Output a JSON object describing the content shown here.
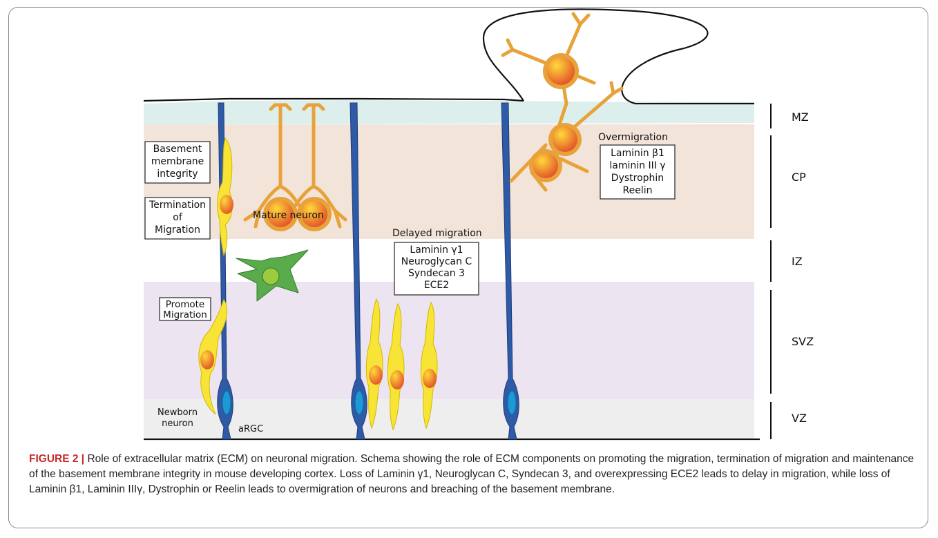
{
  "figure": {
    "label": "FIGURE 2 |",
    "caption": " Role of extracellular matrix (ECM) on neuronal migration. Schema showing the role of ECM components on promoting the migration, termination of migration and maintenance of the basement membrane integrity in mouse developing cortex. Loss of Laminin γ1, Neuroglycan C, Syndecan 3, and overexpressing ECE2 leads to delay in migration, while loss of Laminin β1, Laminin IIIγ, Dystrophin or Reelin leads to overmigration of neurons and breaching of the basement membrane."
  },
  "layers": [
    {
      "name": "MZ",
      "color": "#dcefed"
    },
    {
      "name": "CP",
      "color": "#f3e4da"
    },
    {
      "name": "IZ",
      "color": "#ffffff"
    },
    {
      "name": "SVZ",
      "color": "#ede4f1"
    },
    {
      "name": "VZ",
      "color": "#eeeeee"
    }
  ],
  "boxes": {
    "basement": [
      "Basement",
      "membrane",
      "integrity"
    ],
    "termination": [
      "Termination",
      "of",
      "Migration"
    ],
    "promote": [
      "Promote",
      "Migration"
    ],
    "delayed": [
      "Laminin γ1",
      "Neuroglycan C",
      "Syndecan 3",
      "ECE2"
    ],
    "overmigration": [
      "Laminin β1",
      "laminin III γ",
      "Dystrophin",
      "Reelin"
    ]
  },
  "labels": {
    "mature_neuron": "Mature neuron",
    "delayed_migration": "Delayed migration",
    "overmigration": "Overmigration",
    "newborn": [
      "Newborn",
      "neuron"
    ],
    "argc": "aRGC"
  },
  "colors": {
    "rgc": "#2f5aa6",
    "rgc_nucleus": "#1b9ad6",
    "neuron": "#e8a23a",
    "neuron_nucleus_light": "#ffd23a",
    "neuron_nucleus_dark": "#e0502a",
    "migrating": "#f7e436",
    "glia": "#5aab4b",
    "glia_nucleus": "#9ccc3e"
  }
}
